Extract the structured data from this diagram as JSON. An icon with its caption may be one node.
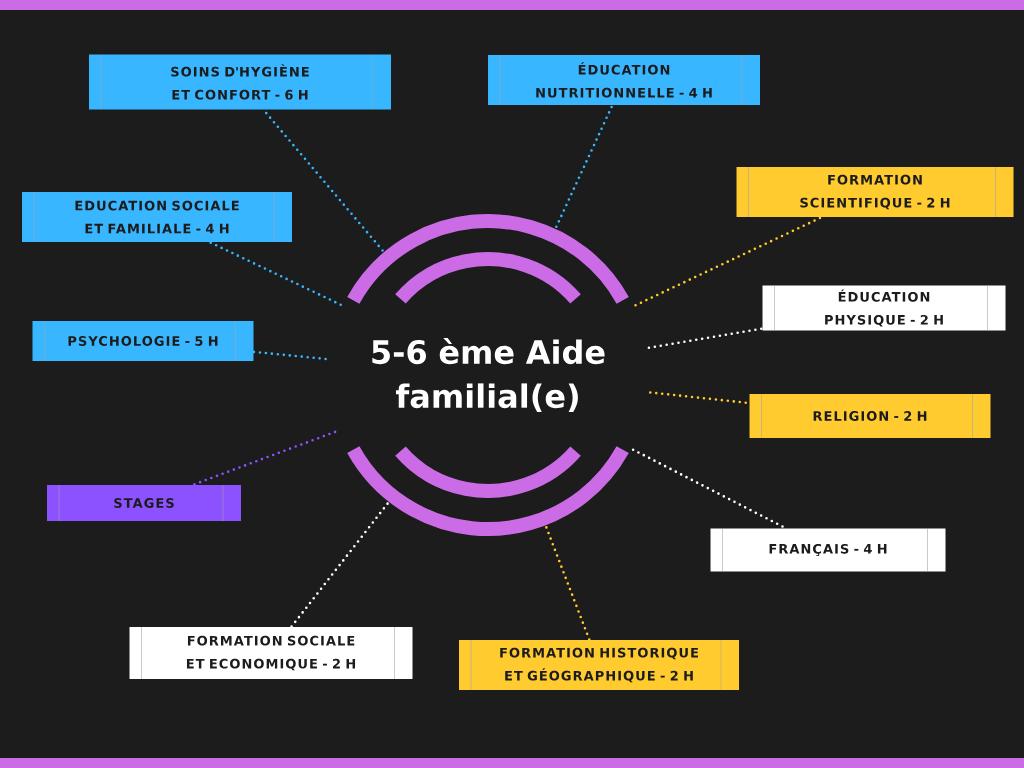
{
  "diagram": {
    "nodes": [
      {
        "text": [
          "5-6 ème Aide familial(e)"
        ]
      },
      {
        "text": [
          "SOINS D'HYGIÈNE ET CONFORT - 6 H"
        ]
      },
      {
        "text": [
          "ÉDUCATION NUTRITIONNELLE - 4 H"
        ]
      },
      {
        "text": [
          "EDUCATION SOCIALE ET FAMILIALE - 4 H"
        ]
      },
      {
        "text": [
          "FORMATION SCIENTIFIQUE - 2 H"
        ]
      },
      {
        "text": [
          "PSYCHOLOGIE - 5 H"
        ]
      },
      {
        "text": [
          "ÉDUCATION PHYSIQUE - 2 H"
        ]
      },
      {
        "text": [
          "RELIGION - 2 H"
        ]
      },
      {
        "text": [
          "STAGES"
        ]
      },
      {
        "text": [
          "FRANÇAIS - 4 H"
        ]
      },
      {
        "text": [
          "FORMATION SOCIALE ET ECONOMIQUE - 2 H"
        ]
      },
      {
        "text": [
          "FORMATION HISTORIQUE ET GÉOGRAPHIQUE - 2 H"
        ]
      }
    ],
    "edges": [
      {
        "from": 0,
        "to": 1,
        "arrow": "none"
      },
      {
        "from": 0,
        "to": 2,
        "arrow": "none"
      },
      {
        "from": 0,
        "to": 3,
        "arrow": "none"
      },
      {
        "from": 0,
        "to": 4,
        "arrow": "none",
        "color": "#ffcb2f"
      },
      {
        "from": 0,
        "to": 5,
        "arrow": "none"
      },
      {
        "from": 0,
        "to": 6,
        "arrow": "none",
        "color": "#ffffff"
      },
      {
        "from": 0,
        "to": 7,
        "arrow": "none",
        "color": "#ffcb2f"
      },
      {
        "from": 0,
        "to": 8,
        "arrow": "none",
        "color": "#8c52ff"
      },
      {
        "from": 0,
        "to": 9,
        "arrow": "none",
        "color": "#ffffff"
      },
      {
        "from": 0,
        "to": 10,
        "arrow": "none",
        "color": "#ffffff"
      },
      {
        "from": 0,
        "to": 11,
        "arrow": "none",
        "color": "#ffcb2f"
      }
    ]
  }
}
